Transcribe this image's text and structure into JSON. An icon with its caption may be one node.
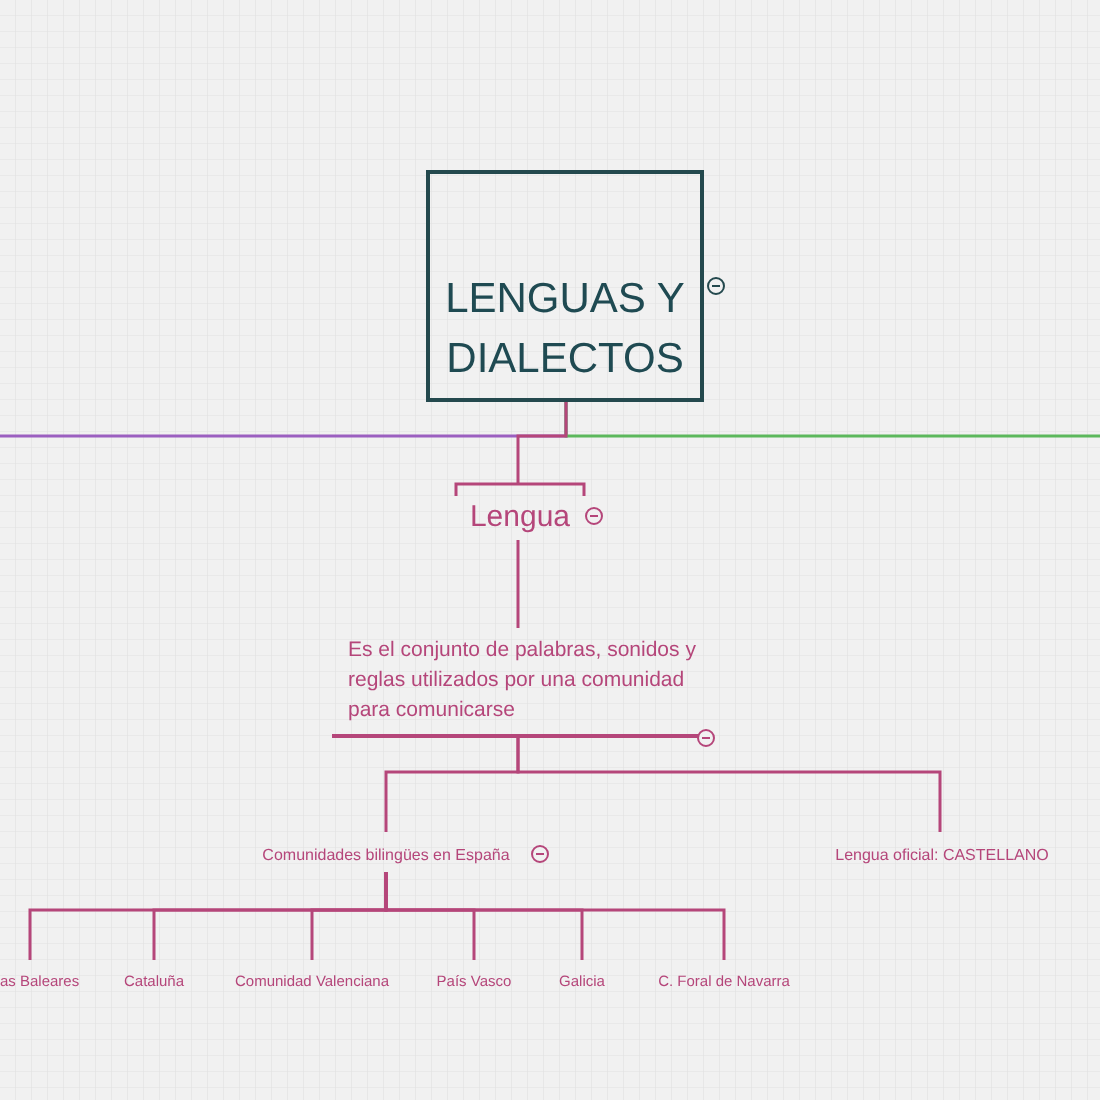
{
  "diagram": {
    "nodes": [
      {
        "text": [
          "LENGUAS Y DIALECTOS"
        ]
      },
      {
        "text": [
          "Lengua"
        ]
      },
      {
        "text": [
          "Es el conjunto de palabras, sonidos y reglas utilizados por una comunidad para comunicarse"
        ]
      },
      {
        "text": [
          "Comunidades bilingües en España"
        ]
      },
      {
        "text": [
          "Lengua oficial: CASTELLANO"
        ]
      },
      {
        "text": [
          "as Baleares"
        ]
      },
      {
        "text": [
          "Cataluña"
        ]
      },
      {
        "text": [
          "Comunidad Valenciana"
        ]
      },
      {
        "text": [
          "País Vasco"
        ]
      },
      {
        "text": [
          "Galicia"
        ]
      },
      {
        "text": [
          "C. Foral de Navarra"
        ]
      }
    ],
    "edges": [
      {
        "from": 0,
        "to": null,
        "arrow": "none",
        "color": "#9b5fc0"
      },
      {
        "from": 0,
        "to": null,
        "arrow": "none",
        "color": "#5cb85c"
      },
      {
        "from": 0,
        "to": 1,
        "arrow": "none"
      },
      {
        "from": 1,
        "to": 2,
        "arrow": "none"
      },
      {
        "from": 2,
        "to": 3,
        "arrow": "none"
      },
      {
        "from": 2,
        "to": 4,
        "arrow": "none"
      },
      {
        "from": 3,
        "to": 5,
        "arrow": "none"
      },
      {
        "from": 3,
        "to": 6,
        "arrow": "none"
      },
      {
        "from": 3,
        "to": 7,
        "arrow": "none"
      },
      {
        "from": 3,
        "to": 8,
        "arrow": "none"
      },
      {
        "from": 3,
        "to": 9,
        "arrow": "none"
      },
      {
        "from": 3,
        "to": 10,
        "arrow": "none"
      }
    ]
  }
}
